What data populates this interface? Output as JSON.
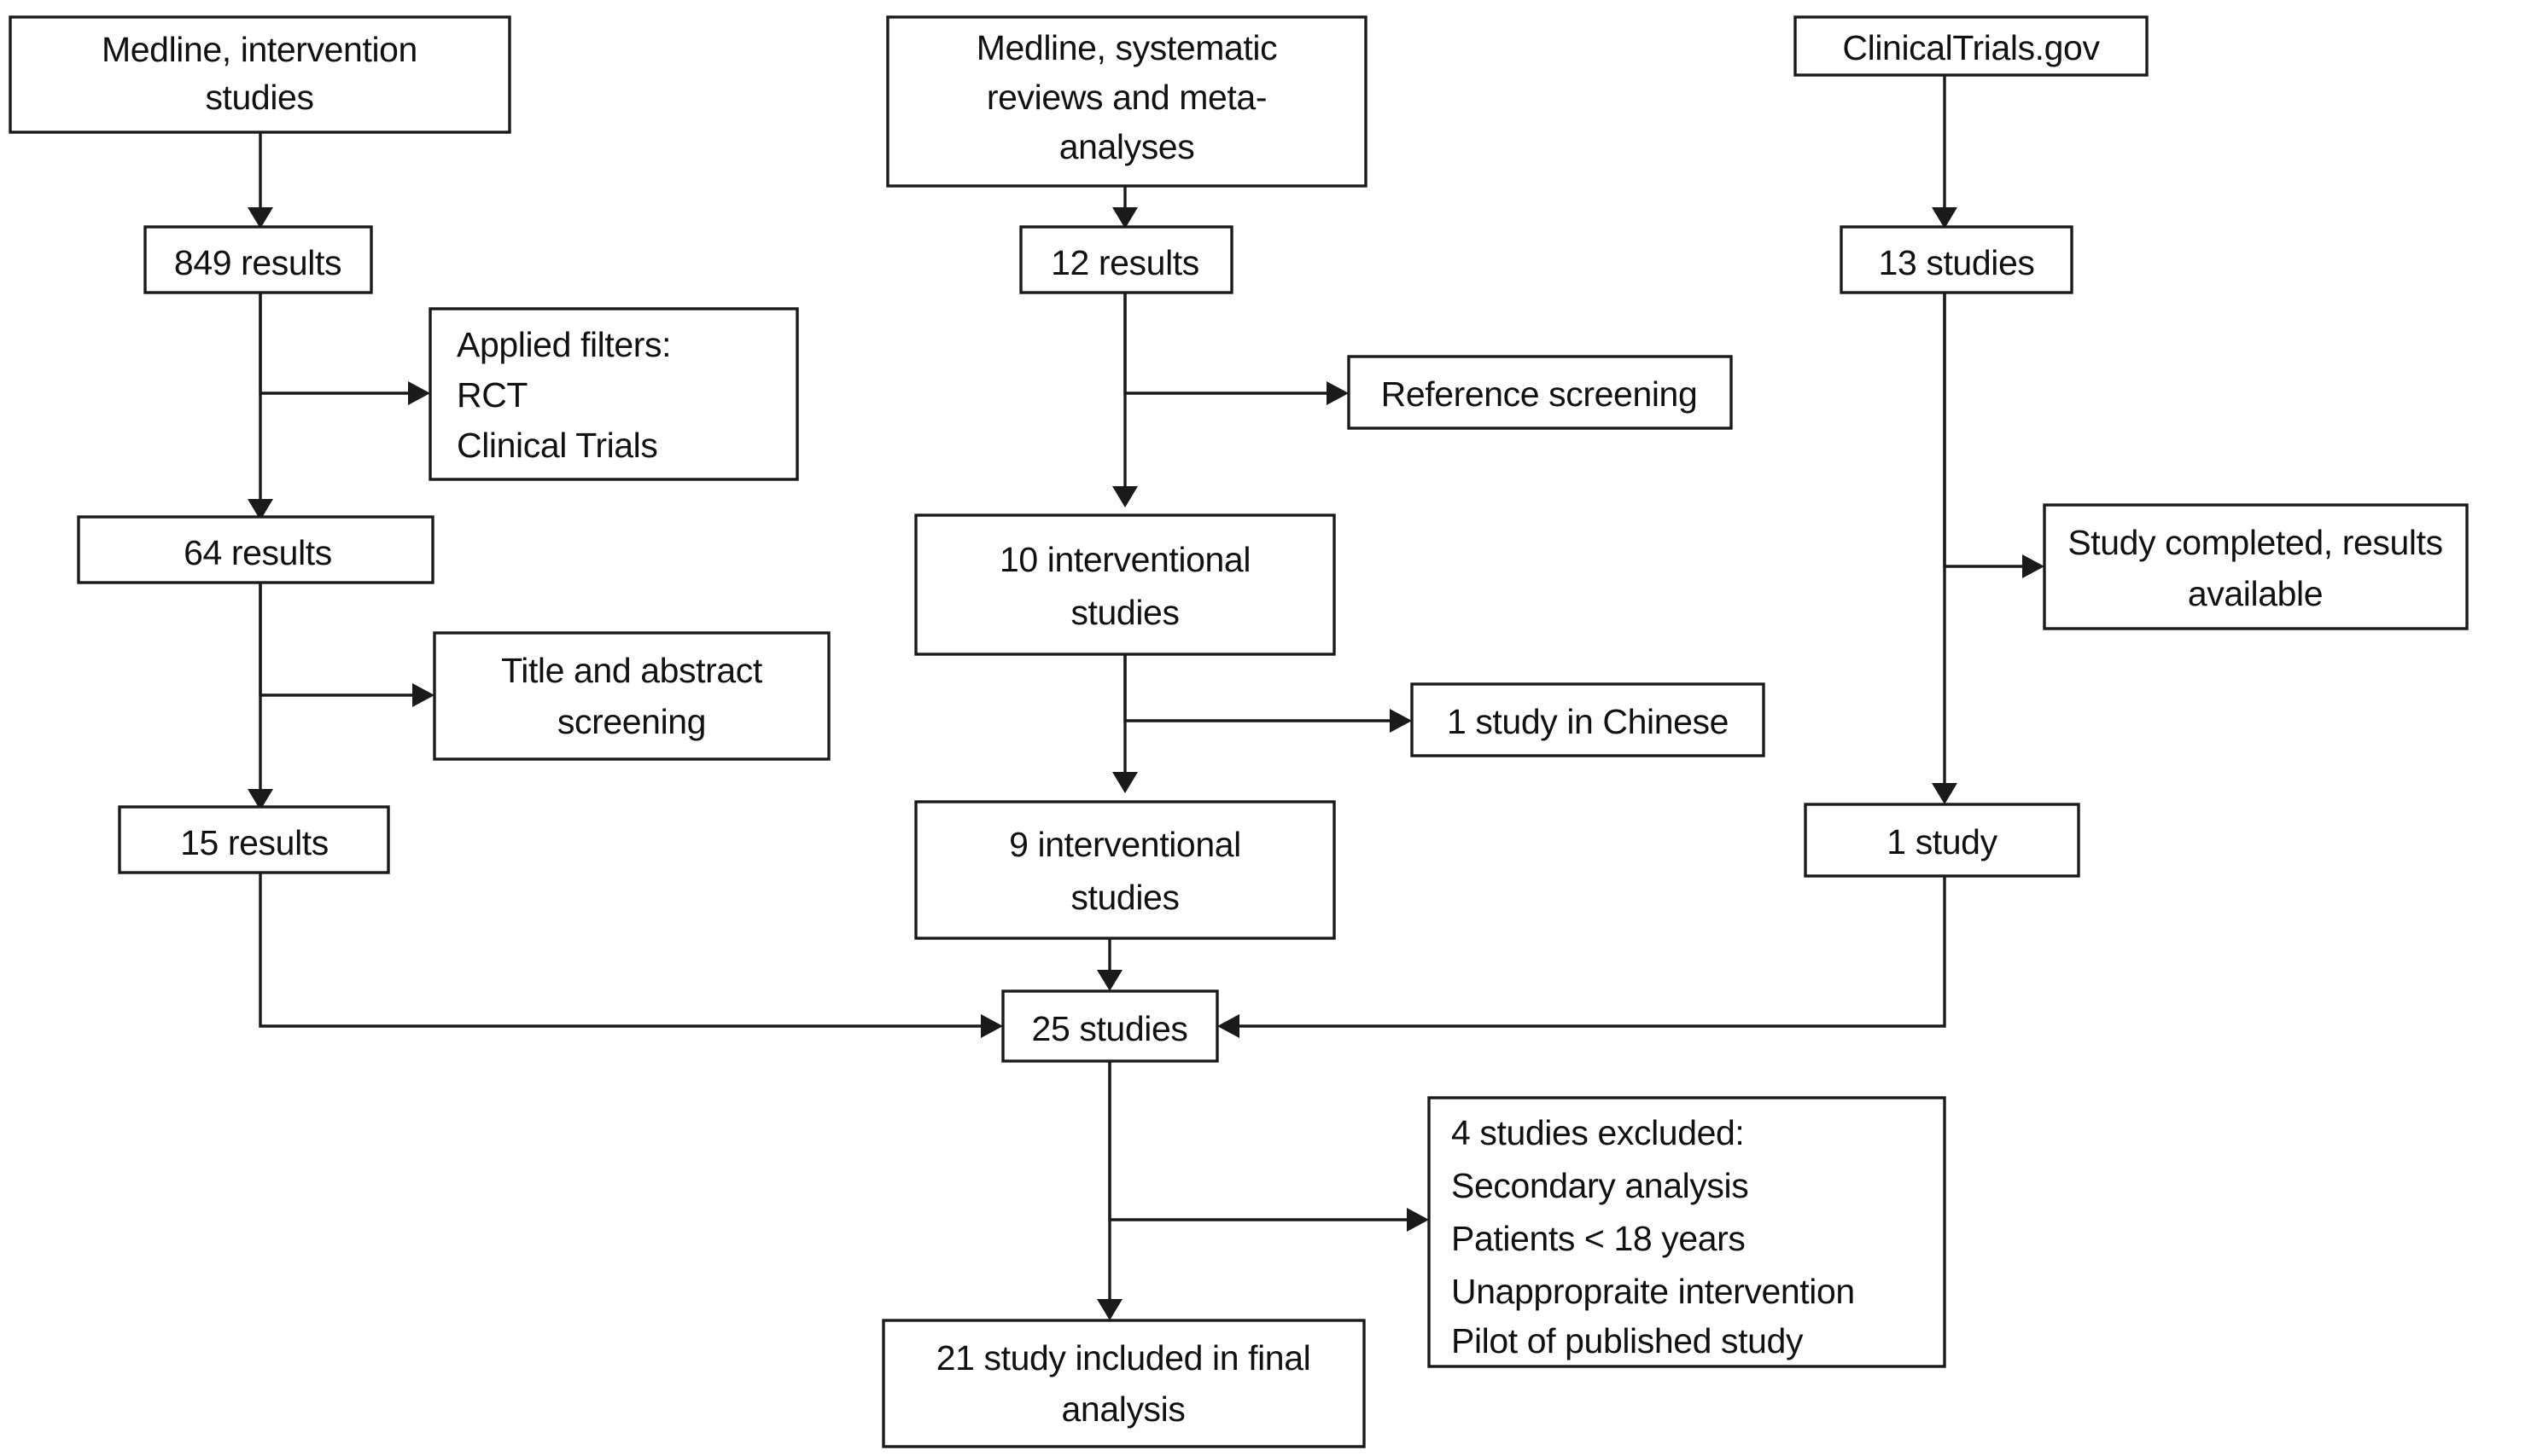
{
  "diagram": {
    "title": "Study selection flow diagram",
    "type": "prisma-flowchart",
    "background_color": "#ffffff",
    "line_color": "#1a1a1a",
    "text_color": "#111111"
  },
  "nodes": {
    "medline_intervention": {
      "lines": [
        "Medline, intervention",
        "studies"
      ],
      "align": "center"
    },
    "results_849": {
      "lines": [
        "849 results"
      ],
      "align": "center"
    },
    "applied_filters": {
      "lines": [
        "Applied filters:",
        "RCT",
        "Clinical Trials"
      ],
      "align": "left"
    },
    "results_64": {
      "lines": [
        "64 results"
      ],
      "align": "center"
    },
    "title_abstract_screening": {
      "lines": [
        "Title  and abstract",
        "screening"
      ],
      "align": "center"
    },
    "results_15": {
      "lines": [
        "15 results"
      ],
      "align": "center"
    },
    "medline_systematic": {
      "lines": [
        "Medline, systematic",
        "reviews and meta-",
        "analyses"
      ],
      "align": "center"
    },
    "results_12": {
      "lines": [
        "12 results"
      ],
      "align": "center"
    },
    "reference_screening": {
      "lines": [
        "Reference screening"
      ],
      "align": "center"
    },
    "interventional_10": {
      "lines": [
        "10 interventional",
        "studies"
      ],
      "align": "center"
    },
    "study_chinese": {
      "lines": [
        "1 study in Chinese"
      ],
      "align": "center"
    },
    "interventional_9": {
      "lines": [
        "9 interventional",
        "studies"
      ],
      "align": "center"
    },
    "clinicaltrials_gov": {
      "lines": [
        "ClinicalTrials.gov"
      ],
      "align": "center"
    },
    "studies_13": {
      "lines": [
        "13 studies"
      ],
      "align": "center"
    },
    "study_completed": {
      "lines": [
        "Study completed, results",
        "available"
      ],
      "align": "center"
    },
    "study_1": {
      "lines": [
        "1 study"
      ],
      "align": "center"
    },
    "studies_25": {
      "lines": [
        "25 studies"
      ],
      "align": "center"
    },
    "studies_excluded": {
      "lines": [
        "4 studies excluded:",
        "Secondary analysis",
        "Patients < 18 years",
        "Unappropraite intervention",
        "Pilot of published study"
      ],
      "align": "left"
    },
    "final_analysis": {
      "lines": [
        "21 study included in final",
        "analysis"
      ],
      "align": "center"
    }
  },
  "edges": [
    {
      "from": "medline_intervention",
      "to": "results_849",
      "style": "vertical-arrow"
    },
    {
      "from": "results_849",
      "to": "applied_filters",
      "style": "elbow-right-arrow"
    },
    {
      "from": "results_849",
      "to": "results_64",
      "style": "vertical-arrow"
    },
    {
      "from": "results_64",
      "to": "title_abstract_screening",
      "style": "elbow-right-arrow"
    },
    {
      "from": "results_64",
      "to": "results_15",
      "style": "vertical-arrow"
    },
    {
      "from": "results_15",
      "to": "studies_25",
      "style": "elbow-down-right-arrow"
    },
    {
      "from": "medline_systematic",
      "to": "results_12",
      "style": "vertical-arrow"
    },
    {
      "from": "results_12",
      "to": "reference_screening",
      "style": "elbow-right-arrow"
    },
    {
      "from": "results_12",
      "to": "interventional_10",
      "style": "vertical-arrow"
    },
    {
      "from": "interventional_10",
      "to": "study_chinese",
      "style": "elbow-right-arrow"
    },
    {
      "from": "interventional_10",
      "to": "interventional_9",
      "style": "vertical-arrow"
    },
    {
      "from": "interventional_9",
      "to": "studies_25",
      "style": "vertical-arrow"
    },
    {
      "from": "clinicaltrials_gov",
      "to": "studies_13",
      "style": "vertical-arrow"
    },
    {
      "from": "studies_13",
      "to": "study_completed",
      "style": "elbow-right-arrow"
    },
    {
      "from": "studies_13",
      "to": "study_1",
      "style": "vertical-arrow"
    },
    {
      "from": "study_1",
      "to": "studies_25",
      "style": "elbow-down-left-arrow"
    },
    {
      "from": "studies_25",
      "to": "studies_excluded",
      "style": "elbow-right-arrow"
    },
    {
      "from": "studies_25",
      "to": "final_analysis",
      "style": "vertical-arrow"
    }
  ]
}
